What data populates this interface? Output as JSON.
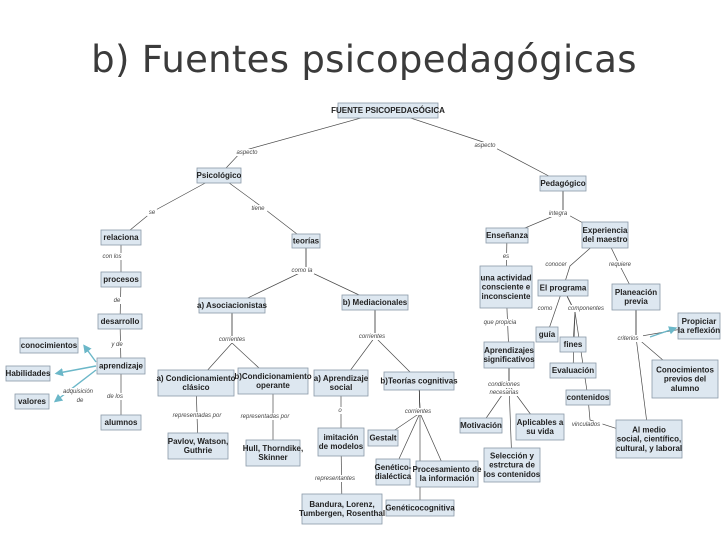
{
  "title": "b) Fuentes psicopedagógicas",
  "nodes": [
    {
      "id": "root",
      "lines": [
        "FUENTE PSICOPEDAGÓGICA"
      ]
    },
    {
      "id": "psico",
      "lines": [
        "Psicológico"
      ]
    },
    {
      "id": "peda",
      "lines": [
        "Pedagógico"
      ]
    },
    {
      "id": "relaciona",
      "lines": [
        "relaciona"
      ]
    },
    {
      "id": "teorias",
      "lines": [
        "teorías"
      ]
    },
    {
      "id": "procesos",
      "lines": [
        "procesos"
      ]
    },
    {
      "id": "desarrollo",
      "lines": [
        "desarrollo"
      ]
    },
    {
      "id": "aprendizaje",
      "lines": [
        "aprendizaje"
      ]
    },
    {
      "id": "alumnos",
      "lines": [
        "alumnos"
      ]
    },
    {
      "id": "conocimientos",
      "lines": [
        "conocimientos"
      ]
    },
    {
      "id": "habilidades",
      "lines": [
        "Habilidades"
      ]
    },
    {
      "id": "valores",
      "lines": [
        "valores"
      ]
    },
    {
      "id": "asoc",
      "lines": [
        "a) Asociacionistas"
      ]
    },
    {
      "id": "medi",
      "lines": [
        "b) Mediacionales"
      ]
    },
    {
      "id": "condcl",
      "lines": [
        "a) Condicionamiento",
        "clásico"
      ]
    },
    {
      "id": "condop",
      "lines": [
        "b)Condicionamiento",
        "operante"
      ]
    },
    {
      "id": "aprsoc",
      "lines": [
        "a) Aprendizaje",
        "social"
      ]
    },
    {
      "id": "teocog",
      "lines": [
        "b)Teorías cognitivas"
      ]
    },
    {
      "id": "pavlov",
      "lines": [
        "Pavlov, Watson,",
        "Guthrie"
      ]
    },
    {
      "id": "hull",
      "lines": [
        "Hull, Thorndike,",
        "Skinner"
      ]
    },
    {
      "id": "imitacion",
      "lines": [
        "imitación",
        "de modelos"
      ]
    },
    {
      "id": "gestalt",
      "lines": [
        "Gestalt"
      ]
    },
    {
      "id": "genetico",
      "lines": [
        "Genético-",
        "dialéctica"
      ]
    },
    {
      "id": "procinf",
      "lines": [
        "Procesamiento de",
        "la información"
      ]
    },
    {
      "id": "bandura",
      "lines": [
        "Bandura, Lorenz,",
        "Tumbergen, Rosenthal"
      ]
    },
    {
      "id": "genetcog",
      "lines": [
        "Genéticocognitiva"
      ]
    },
    {
      "id": "ensenanza",
      "lines": [
        "Enseñanza"
      ]
    },
    {
      "id": "experiencia",
      "lines": [
        "Experiencia",
        "del maestro"
      ]
    },
    {
      "id": "actividad",
      "lines": [
        "una actividad",
        "consciente e",
        "inconsciente"
      ]
    },
    {
      "id": "programa",
      "lines": [
        "El programa"
      ]
    },
    {
      "id": "planeacion",
      "lines": [
        "Planeación",
        "previa"
      ]
    },
    {
      "id": "guia",
      "lines": [
        "guía"
      ]
    },
    {
      "id": "fines",
      "lines": [
        "fines"
      ]
    },
    {
      "id": "apsig",
      "lines": [
        "Aprendizajes",
        "significativos"
      ]
    },
    {
      "id": "evaluacion",
      "lines": [
        "Evaluación"
      ]
    },
    {
      "id": "contenidos",
      "lines": [
        "contenidos"
      ]
    },
    {
      "id": "motivacion",
      "lines": [
        "Motivación"
      ]
    },
    {
      "id": "aplicables",
      "lines": [
        "Aplicables a",
        "su vida"
      ]
    },
    {
      "id": "seleccion",
      "lines": [
        "Selección y",
        "estrctura de",
        "los contenidos"
      ]
    },
    {
      "id": "propiciar",
      "lines": [
        "Propiciar",
        "la reflexión"
      ]
    },
    {
      "id": "conprev",
      "lines": [
        "Conocimientos",
        "previos del",
        "alumno"
      ]
    },
    {
      "id": "almedio",
      "lines": [
        "Al medio",
        "social, científico,",
        "cultural, y laboral"
      ]
    }
  ],
  "links": [
    {
      "text": "aspecto"
    },
    {
      "text": "aspecto"
    },
    {
      "text": "se"
    },
    {
      "text": "tiene"
    },
    {
      "text": "con los"
    },
    {
      "text": "de"
    },
    {
      "text": "y de"
    },
    {
      "text": "de los"
    },
    {
      "text": "adquisición"
    },
    {
      "text": "de"
    },
    {
      "text": "como la"
    },
    {
      "text": "corrientes"
    },
    {
      "text": "corrientes"
    },
    {
      "text": "representadas por"
    },
    {
      "text": "representadas por"
    },
    {
      "text": "o"
    },
    {
      "text": "corrientes"
    },
    {
      "text": "representantes"
    },
    {
      "text": "integra"
    },
    {
      "text": "es"
    },
    {
      "text": "conocer"
    },
    {
      "text": "requiere"
    },
    {
      "text": "como"
    },
    {
      "text": "componentes"
    },
    {
      "text": "que propicia"
    },
    {
      "text": "condiciones"
    },
    {
      "text": "necesarias"
    },
    {
      "text": "vinculados"
    },
    {
      "text": "criterios"
    }
  ]
}
